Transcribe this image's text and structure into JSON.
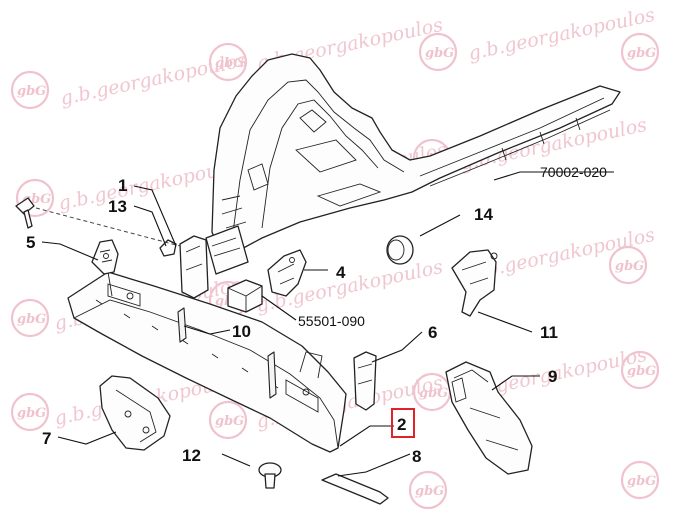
{
  "watermark": {
    "text": "g.b.georgakopoulos",
    "logo_text": "gbG",
    "color": "#f0c2cd"
  },
  "diagram": {
    "callouts": [
      {
        "id": "c1",
        "label": "1"
      },
      {
        "id": "c2",
        "label": "2",
        "highlighted": true
      },
      {
        "id": "c4",
        "label": "4"
      },
      {
        "id": "c5",
        "label": "5"
      },
      {
        "id": "c6",
        "label": "6"
      },
      {
        "id": "c7",
        "label": "7"
      },
      {
        "id": "c8",
        "label": "8"
      },
      {
        "id": "c9",
        "label": "9"
      },
      {
        "id": "c10",
        "label": "10"
      },
      {
        "id": "c11",
        "label": "11"
      },
      {
        "id": "c12",
        "label": "12"
      },
      {
        "id": "c13",
        "label": "13"
      },
      {
        "id": "c14",
        "label": "14"
      }
    ],
    "part_numbers": [
      {
        "id": "p70002",
        "label": "70002-020"
      },
      {
        "id": "p55501",
        "label": "55501-090"
      }
    ],
    "highlight_color": "#e0222a"
  }
}
